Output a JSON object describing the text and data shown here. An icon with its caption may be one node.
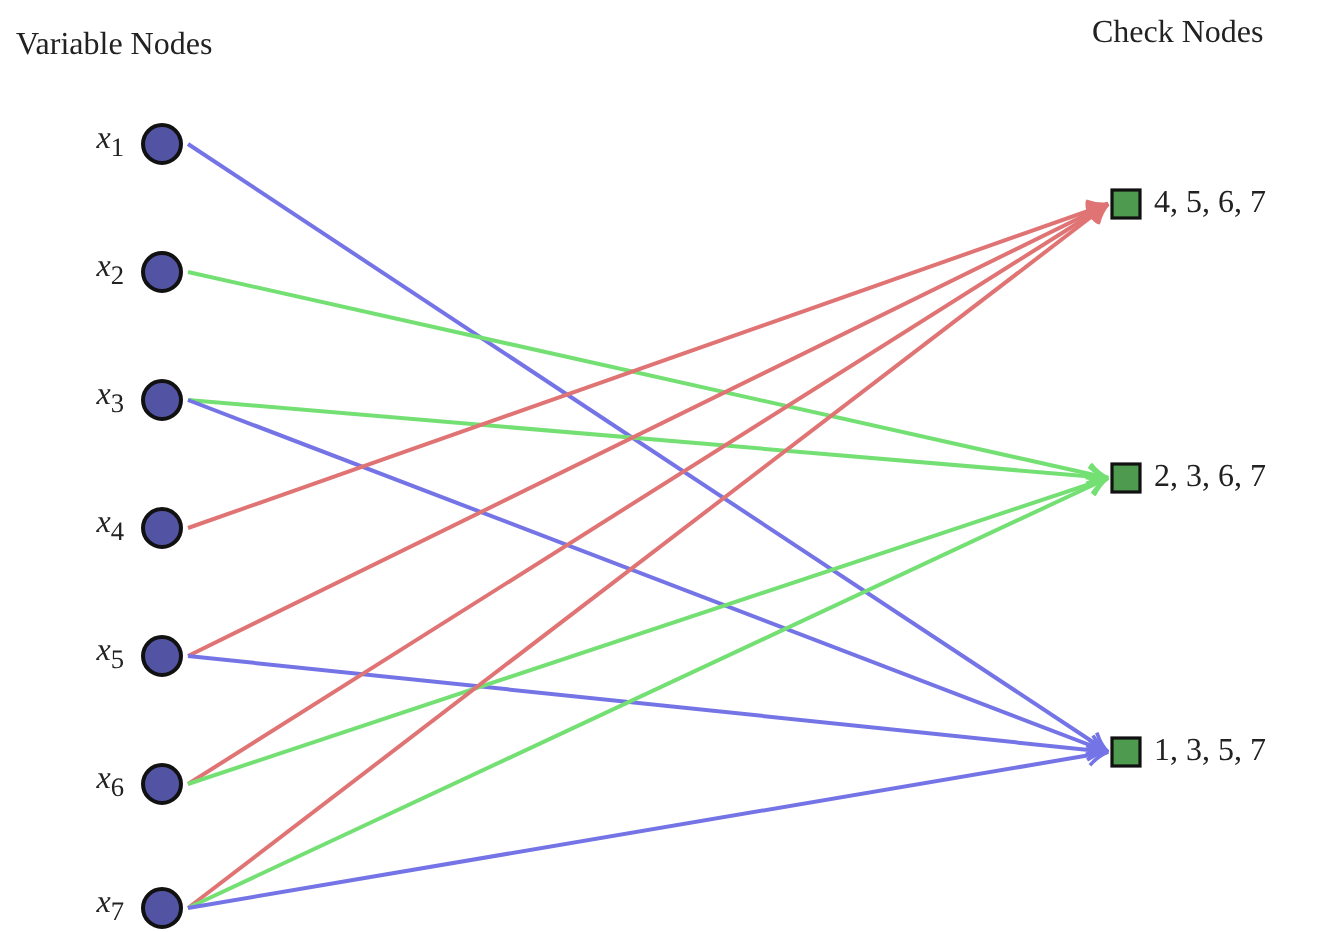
{
  "diagram": {
    "nodes": [
      {
        "text": [],
        "shape": "circle",
        "beside": [
          "*x*$_{1}$"
        ]
      },
      {
        "text": [],
        "shape": "circle",
        "beside": [
          "*x*$_{2}$"
        ]
      },
      {
        "text": [],
        "shape": "circle",
        "beside": [
          "*x*$_{3}$"
        ]
      },
      {
        "text": [],
        "shape": "circle",
        "beside": [
          "*x*$_{4}$"
        ]
      },
      {
        "text": [],
        "shape": "circle",
        "beside": [
          "*x*$_{5}$"
        ]
      },
      {
        "text": [],
        "shape": "circle",
        "beside": [
          "*x*$_{6}$"
        ]
      },
      {
        "text": [],
        "shape": "circle",
        "beside": [
          "*x*$_{7}$"
        ]
      },
      {
        "text": [],
        "shape": "box",
        "beside": [
          "4, 5, 6, 7"
        ]
      },
      {
        "text": [],
        "shape": "box",
        "beside": [
          "2, 3, 6, 7"
        ]
      },
      {
        "text": [],
        "shape": "box",
        "beside": [
          "1, 3, 5, 7"
        ]
      }
    ],
    "edges": [
      {
        "from": 0,
        "to": 9,
        "arrow": "to",
        "color": "#7474e6"
      },
      {
        "from": 1,
        "to": 8,
        "arrow": "to",
        "color": "#74e074"
      },
      {
        "from": 2,
        "to": 8,
        "arrow": "to",
        "color": "#74e074"
      },
      {
        "from": 2,
        "to": 9,
        "arrow": "to",
        "color": "#7474e6"
      },
      {
        "from": 3,
        "to": 7,
        "arrow": "to",
        "color": "#e07474"
      },
      {
        "from": 4,
        "to": 7,
        "arrow": "to",
        "color": "#e07474"
      },
      {
        "from": 4,
        "to": 9,
        "arrow": "to",
        "color": "#7474e6"
      },
      {
        "from": 5,
        "to": 7,
        "arrow": "to",
        "color": "#e07474"
      },
      {
        "from": 5,
        "to": 8,
        "arrow": "to",
        "color": "#74e074"
      },
      {
        "from": 6,
        "to": 7,
        "arrow": "to",
        "color": "#e07474"
      },
      {
        "from": 6,
        "to": 8,
        "arrow": "to",
        "color": "#74e074"
      },
      {
        "from": 6,
        "to": 9,
        "arrow": "to",
        "color": "#7474e6"
      }
    ],
    "labels": [
      "Variable Nodes",
      "Check Nodes"
    ]
  }
}
